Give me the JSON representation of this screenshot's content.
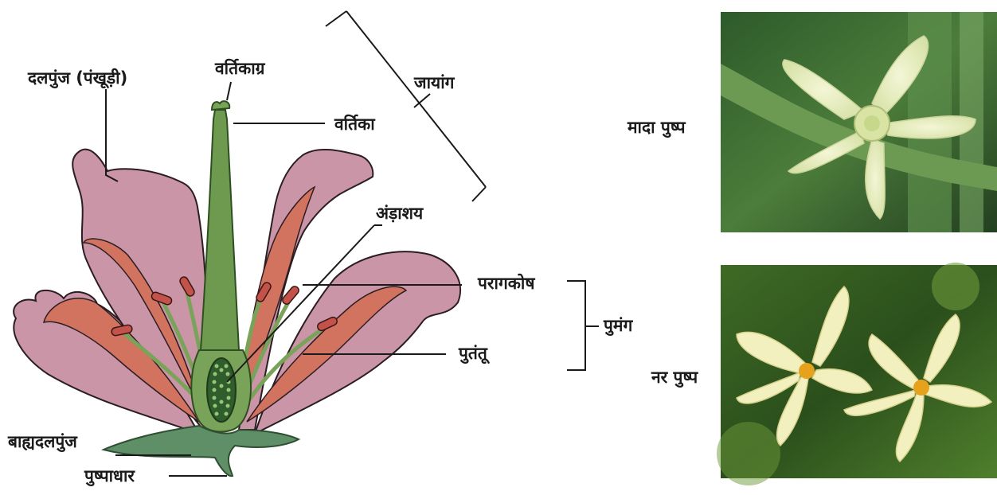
{
  "labels": {
    "stigma": "वर्तिकाग्र",
    "petals": "दलपुंज (पंखूड़ी)",
    "style": "वर्तिका",
    "gynoecium": "जायांग",
    "ovary": "अंड़ाशय",
    "anther": "परागकोष",
    "androecium": "पुमंग",
    "filament": "पुतंतू",
    "sepals": "बाह्यदलपुंज",
    "receptacle": "पुष्पाधार"
  },
  "photos": {
    "female_label": "मादा पुष्प",
    "male_label": "नर पुष्प"
  },
  "colors": {
    "petal": "#c995a7",
    "petal_stroke": "#2b1d22",
    "inner_petal": "#d2735f",
    "stem_green": "#6d9a4e",
    "dark_green": "#2f5d2b",
    "sepal": "#5f8f66",
    "anther": "#c3524a"
  }
}
